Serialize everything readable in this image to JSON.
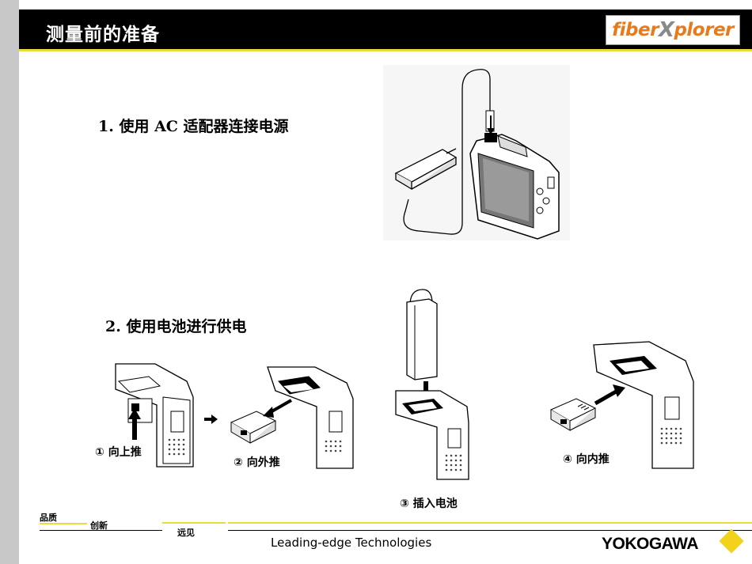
{
  "header": {
    "title": "测量前的准备"
  },
  "logo": {
    "part1": "fiber",
    "part2": "X",
    "part3": "plorer"
  },
  "steps": {
    "step1": "1. 使用 AC 适配器连接电源",
    "step2": "2. 使用电池进行供电"
  },
  "captions": {
    "c1": "① 向上推",
    "c2": "② 向外推",
    "c3": "③ 插入电池",
    "c4": "④ 向内推"
  },
  "footer": {
    "label1": "品质",
    "label2": "创新",
    "label3": "远见",
    "tagline": "Leading-edge Technologies",
    "brand": "YOKOGAWA"
  },
  "colors": {
    "accent_yellow": "#e8dc3a",
    "logo_orange": "#e87a1e",
    "header_bg": "#000000"
  }
}
